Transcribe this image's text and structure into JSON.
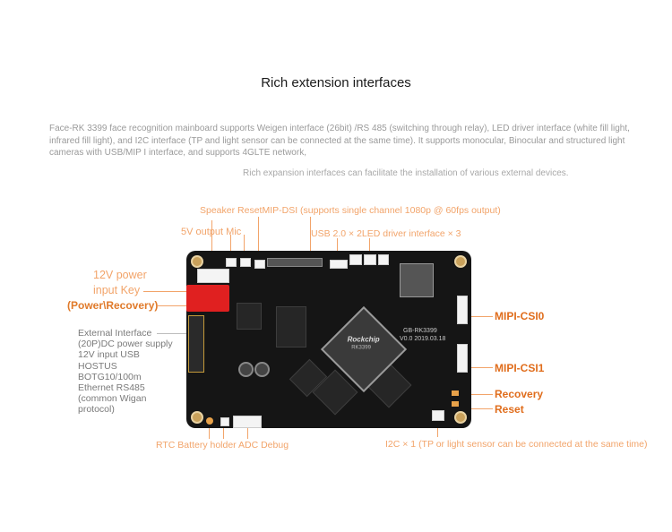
{
  "title": "Rich extension interfaces",
  "description": "Face-RK 3399 face recognition mainboard supports Weigen interface (26bit) /RS 485 (switching through relay), LED driver interface (white fill light, infrared fill light), and I2C interface (TP and light sensor can be connected at the same time). It supports monocular, Binocular and structured light cameras with USB/MIP I interface, and supports 4GLTE network,",
  "subtitle": "Rich expansion interfaces can facilitate the installation of various external devices.",
  "labels": {
    "top_row": "Speaker ResetMIP-DSI (supports single channel 1080p @ 60fps output)",
    "five_v": "5V output Mic",
    "usb_led": "USB 2.0 × 2LED driver interface × 3",
    "power_12v": "12V power",
    "input_key": "input Key",
    "power_recovery": "(Power\\Recovery)",
    "external": "External Interface (20P)DC power supply 12V input USB HOSTUS BOTG10/100m Ethernet RS485 (common Wigan protocol)",
    "mipi0": "MIPI-CSI0",
    "mipi1": "MIPI-CSI1",
    "recovery": "Recovery",
    "reset": "Reset",
    "bottom_left": "RTC Battery holder ADC Debug",
    "bottom_right": "I2C × 1 (TP or light sensor can be connected at the same time)"
  },
  "board": {
    "chip_brand": "Rockchip",
    "chip_model": "RK3399",
    "board_model": "GB-RK3399",
    "board_version": "V0.0  2019.03.18"
  },
  "colors": {
    "accent": "#f2a46a",
    "accent_strong": "#e06d1c",
    "board": "#151515"
  }
}
